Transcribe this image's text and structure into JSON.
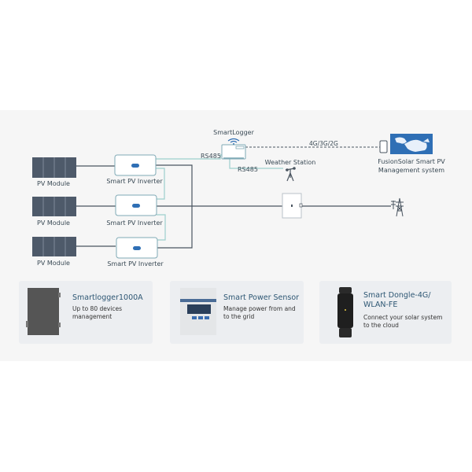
{
  "diagram": {
    "pv_modules": [
      {
        "label": "PV Module"
      },
      {
        "label": "PV Module"
      },
      {
        "label": "PV Module"
      }
    ],
    "inverters": [
      {
        "label": "Smart PV Inverter"
      },
      {
        "label": "Smart PV Inverter"
      },
      {
        "label": "Smart PV Inverter"
      }
    ],
    "smartlogger": {
      "label": "SmartLogger"
    },
    "rs485_left": "RS485",
    "rs485_bottom": "RS485",
    "weather_station": {
      "label": "Weather Station"
    },
    "network_link": "4G/3G/2G",
    "management": {
      "line1": "FusionSolar Smart PV",
      "line2": "Management system"
    },
    "icons": {
      "wifi": "wifi-icon",
      "phone": "phone-icon",
      "world_map": "world-map-icon",
      "weather_station": "weather-station-icon",
      "power_meter": "power-meter-icon",
      "transmission_tower": "transmission-tower-icon"
    },
    "colors": {
      "line_dark": "#4a5560",
      "line_rs485": "#8ec5c5",
      "accent_blue": "#2f6fb5",
      "panel": "#4e5a6a"
    }
  },
  "products": [
    {
      "title": "Smartlogger1000A",
      "desc1": "Up to 80 devices",
      "desc2": "management"
    },
    {
      "title": "Smart Power Sensor",
      "desc1": "Manage power from and",
      "desc2": "to the grid"
    },
    {
      "title": "Smart Dongle-4G/",
      "title2": "WLAN-FE",
      "desc1": "Connect your solar system",
      "desc2": "to the cloud"
    }
  ]
}
